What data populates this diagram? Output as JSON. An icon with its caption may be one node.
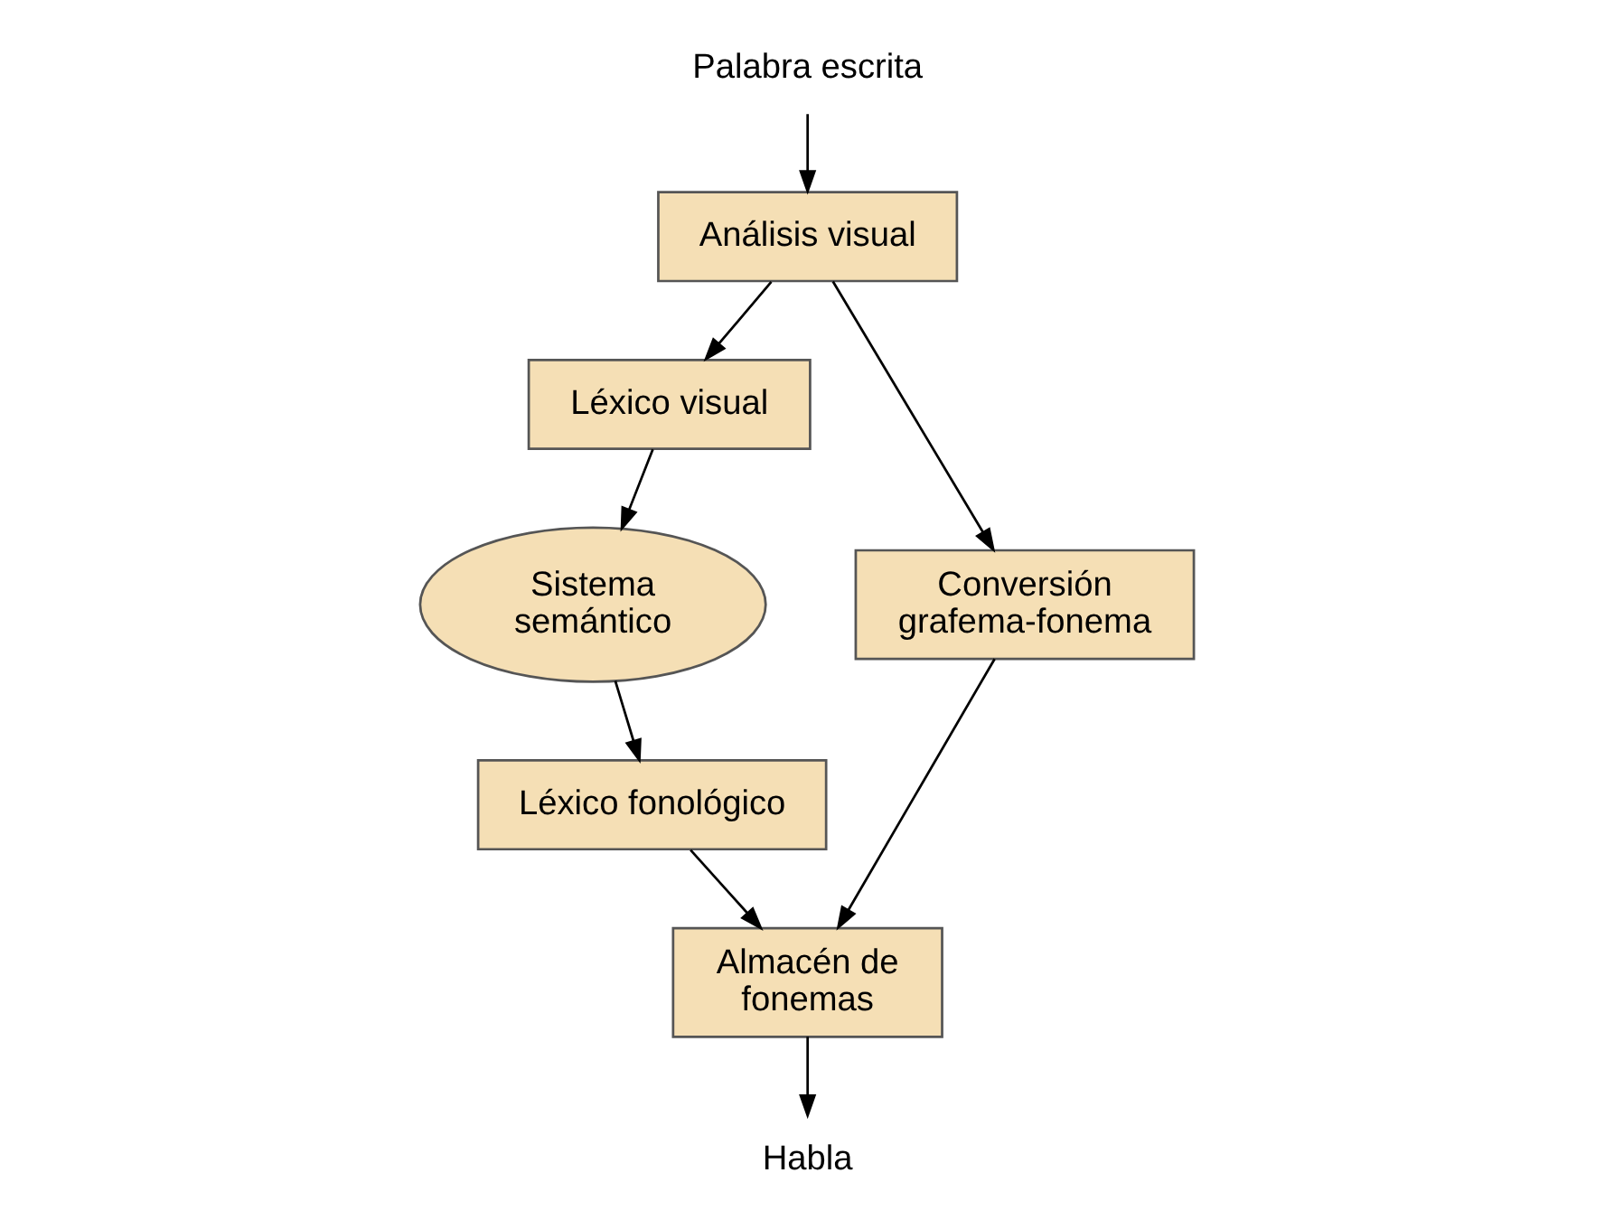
{
  "diagram": {
    "nodes": [
      {
        "text": [
          "Palabra escrita"
        ]
      },
      {
        "text": [
          "Análisis visual"
        ]
      },
      {
        "text": [
          "Léxico visual"
        ]
      },
      {
        "text": [
          "Sistema semántico"
        ]
      },
      {
        "text": [
          "Conversión grafema-fonema"
        ]
      },
      {
        "text": [
          "Léxico fonológico"
        ]
      },
      {
        "text": [
          "Almacén de fonemas"
        ]
      },
      {
        "text": [
          "Habla"
        ]
      }
    ],
    "edges": [
      {
        "from": 0,
        "to": 1,
        "arrow": "to"
      },
      {
        "from": 1,
        "to": 2,
        "arrow": "to"
      },
      {
        "from": 1,
        "to": 4,
        "arrow": "to"
      },
      {
        "from": 2,
        "to": 3,
        "arrow": "to"
      },
      {
        "from": 3,
        "to": 5,
        "arrow": "to"
      },
      {
        "from": 5,
        "to": 6,
        "arrow": "to"
      },
      {
        "from": 4,
        "to": 6,
        "arrow": "to"
      },
      {
        "from": 6,
        "to": 7,
        "arrow": "to"
      }
    ]
  }
}
